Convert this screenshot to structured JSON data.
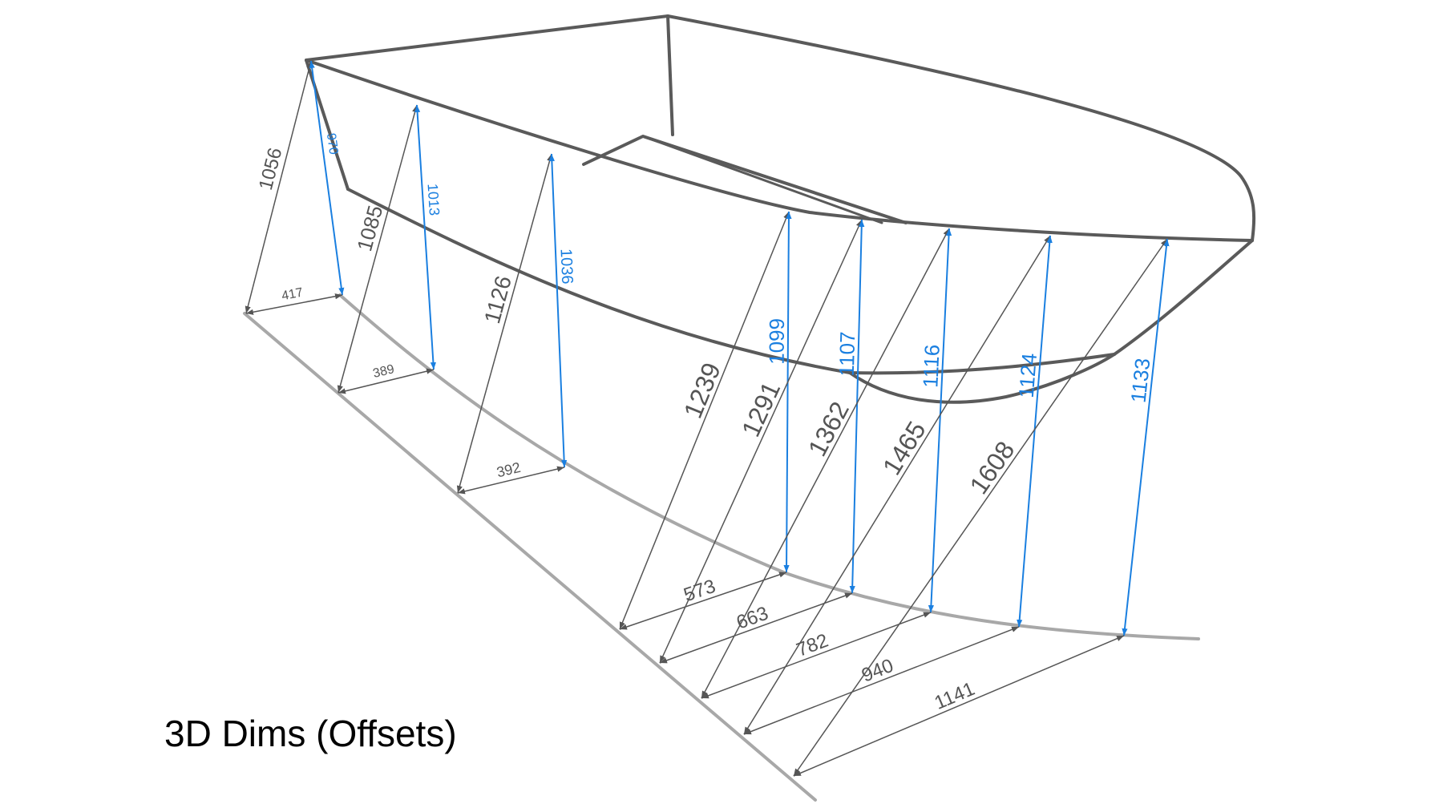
{
  "caption": "3D Dims (Offsets)",
  "colors": {
    "hull": "#5a5a5a",
    "dim_gray": "#555555",
    "dim_blue": "#1a7fe0",
    "baseline": "#a8a8a8",
    "background": "#ffffff"
  },
  "diagonal_dims": [
    "1056",
    "1085",
    "1126",
    "1239",
    "1291",
    "1362",
    "1465",
    "1608"
  ],
  "vertical_dims": [
    "970",
    "1013",
    "1036",
    "1099",
    "1107",
    "1116",
    "1124",
    "1133"
  ],
  "baseline_dims": [
    "417",
    "389",
    "392",
    "573",
    "663",
    "782",
    "940",
    "1141"
  ]
}
